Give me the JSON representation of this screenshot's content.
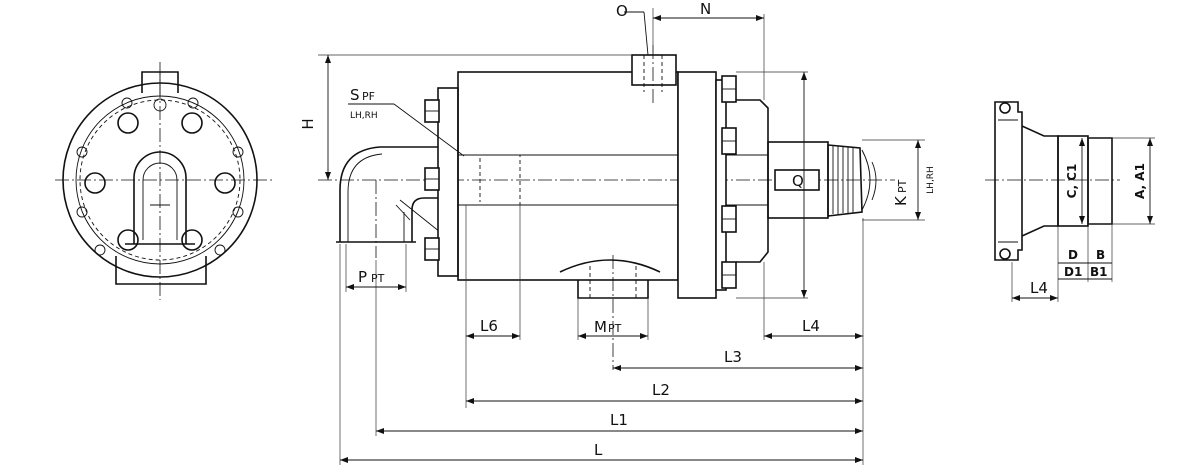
{
  "labels": {
    "O": "O",
    "N": "N",
    "H": "H",
    "S_main": "S",
    "S_sub": "PF",
    "S_hand": "LH,RH",
    "P_main": "P",
    "P_sub": "PT",
    "K_main": "K",
    "K_sub": "PT",
    "K_hand": "LH,RH",
    "M_main": "M",
    "M_sub": "PT",
    "Q": "Q",
    "L": "L",
    "L1": "L1",
    "L2": "L2",
    "L3": "L3",
    "L4_main": "L4",
    "L6": "L6",
    "L4_side": "L4",
    "CC1": "C, C1",
    "AA1": "A, A1",
    "D": "D",
    "B": "B",
    "D1": "D1",
    "B1": "B1"
  }
}
